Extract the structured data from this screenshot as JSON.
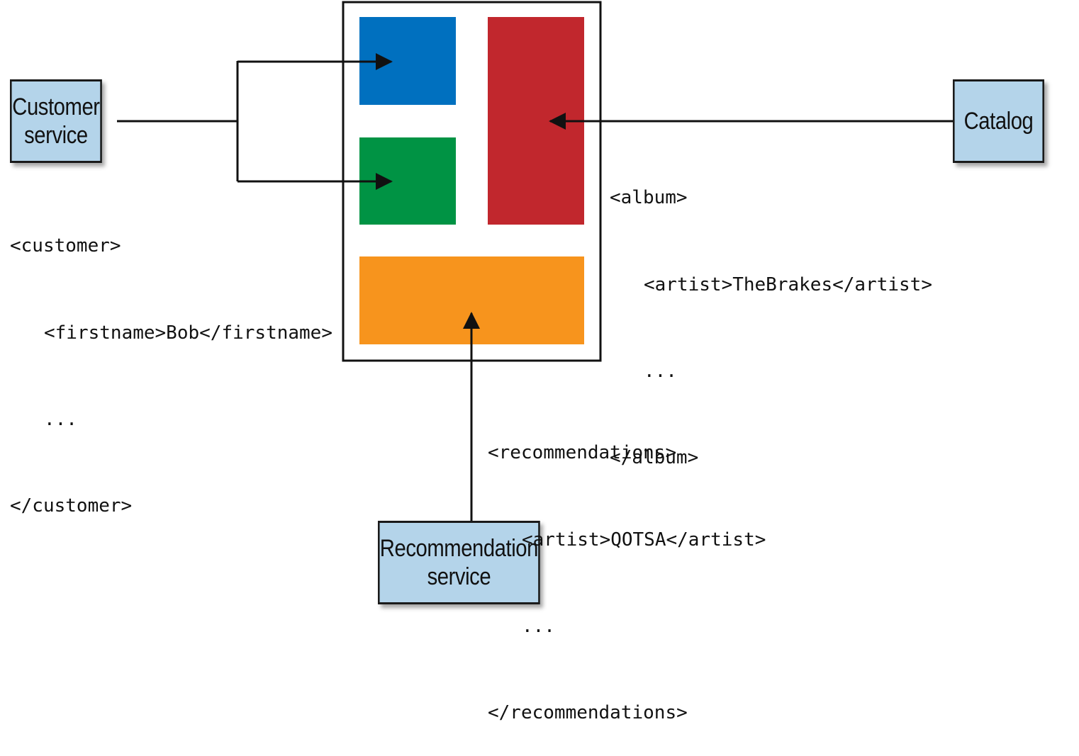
{
  "services": {
    "customer": {
      "line1": "Customer",
      "line2": "service"
    },
    "catalog": {
      "label": "Catalog"
    },
    "recommendation": {
      "line1": "Recommendation",
      "line2": "service"
    }
  },
  "payloads": {
    "customer": {
      "open": "<customer>",
      "field": "<firstname>Bob</firstname>",
      "ellipsis": "...",
      "close": "</customer>"
    },
    "album": {
      "open": "<album>",
      "field": "<artist>TheBrakes</artist>",
      "ellipsis": "...",
      "close": "</album>"
    },
    "recommendations": {
      "open": "<recommendations>",
      "field": "<artist>QOTSA</artist>",
      "ellipsis": "...",
      "close": "</recommendations>"
    }
  },
  "colors": {
    "service_fill": "#b4d4ea",
    "blue_panel": "#0070bf",
    "green_panel": "#009344",
    "red_panel": "#c1272d",
    "orange_panel": "#f7941d"
  }
}
